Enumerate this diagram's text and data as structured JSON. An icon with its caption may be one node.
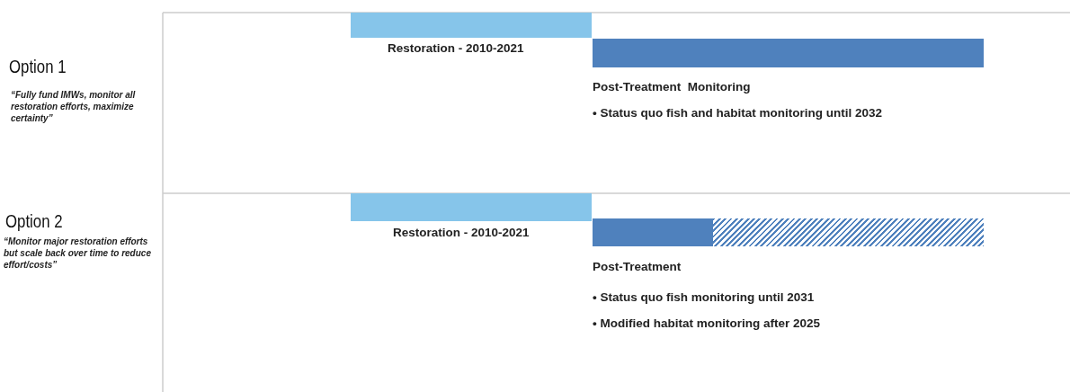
{
  "diagram": {
    "nodes": [
      {
        "text": [],
        "shape": "bar",
        "beside": [
          "Restoration - 2010-2021"
        ]
      },
      {
        "text": [],
        "shape": "bar",
        "beside": [
          "Post-Treatment  Monitoring",
          "• Status quo fish and habitat monitoring until 2032"
        ]
      },
      {
        "text": [],
        "shape": "bar",
        "beside": [
          "Restoration - 2010-2021"
        ]
      },
      {
        "text": [],
        "shape": "bar",
        "beside": [
          "Post-Treatment",
          "• Status quo fish monitoring until 2031",
          "• Modified habitat monitoring after 2025"
        ]
      },
      {
        "text": [],
        "shape": "bar"
      }
    ],
    "labels": [
      "Option 1",
      "“Fully fund IMWs, monitor all restoration efforts, maximize certainty”",
      "Option 2",
      "“Monitor major restoration efforts but scale back over time to reduce effort/costs”"
    ]
  }
}
